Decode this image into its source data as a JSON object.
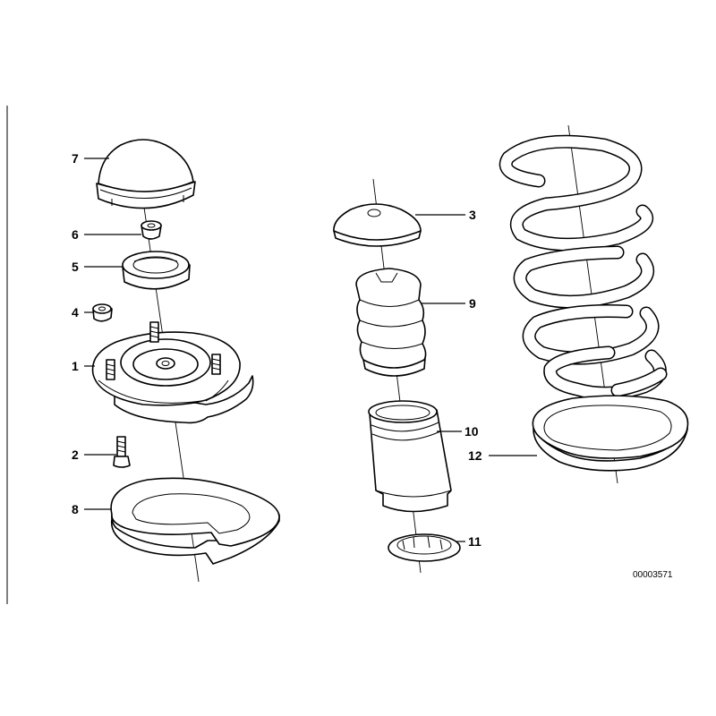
{
  "diagram": {
    "reference_number": "00003571",
    "callouts": [
      {
        "id": "1",
        "text": "1"
      },
      {
        "id": "2",
        "text": "2"
      },
      {
        "id": "3",
        "text": "3"
      },
      {
        "id": "4",
        "text": "4"
      },
      {
        "id": "5",
        "text": "5"
      },
      {
        "id": "6",
        "text": "6"
      },
      {
        "id": "7",
        "text": "7"
      },
      {
        "id": "8",
        "text": "8"
      },
      {
        "id": "9",
        "text": "9"
      },
      {
        "id": "10",
        "text": "10"
      },
      {
        "id": "11",
        "text": "11"
      },
      {
        "id": "12",
        "text": "12"
      }
    ]
  }
}
